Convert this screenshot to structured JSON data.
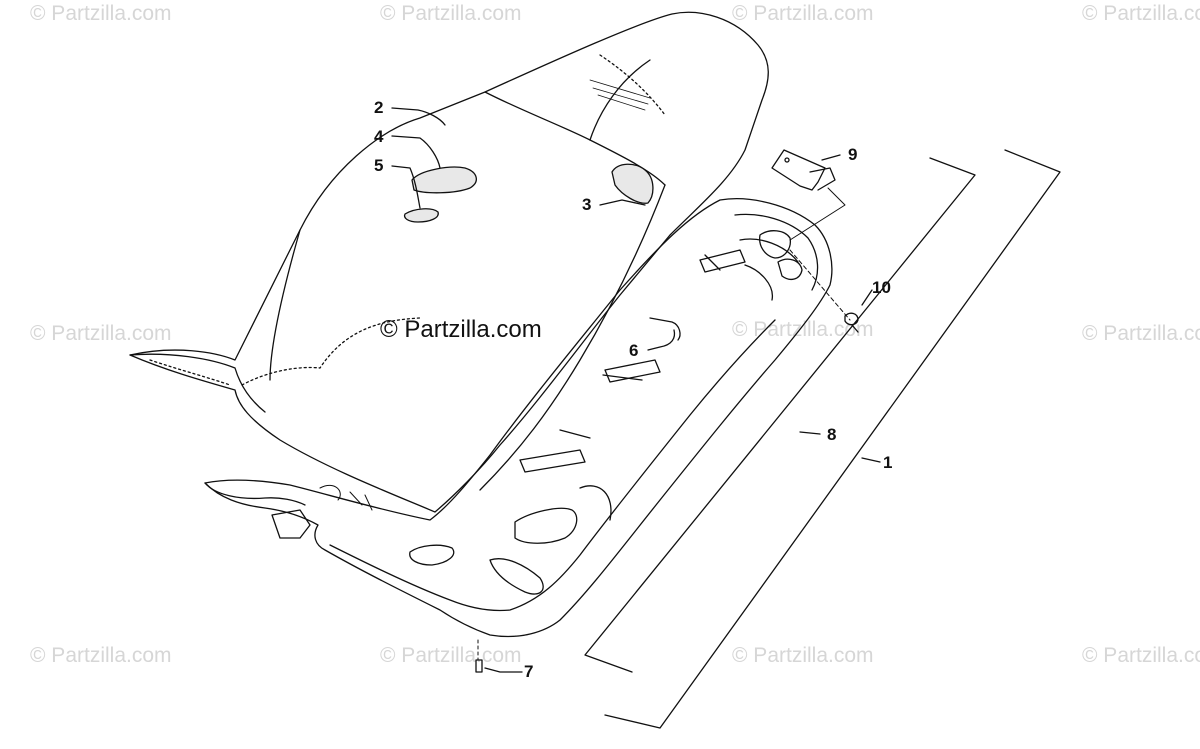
{
  "watermark": "© Partzilla.com",
  "center_watermark": "© Partzilla.com",
  "callouts": {
    "c1": "1",
    "c2": "2",
    "c3": "3",
    "c4": "4",
    "c5": "5",
    "c6": "6",
    "c7": "7",
    "c8": "8",
    "c9": "9",
    "c10": "10"
  }
}
